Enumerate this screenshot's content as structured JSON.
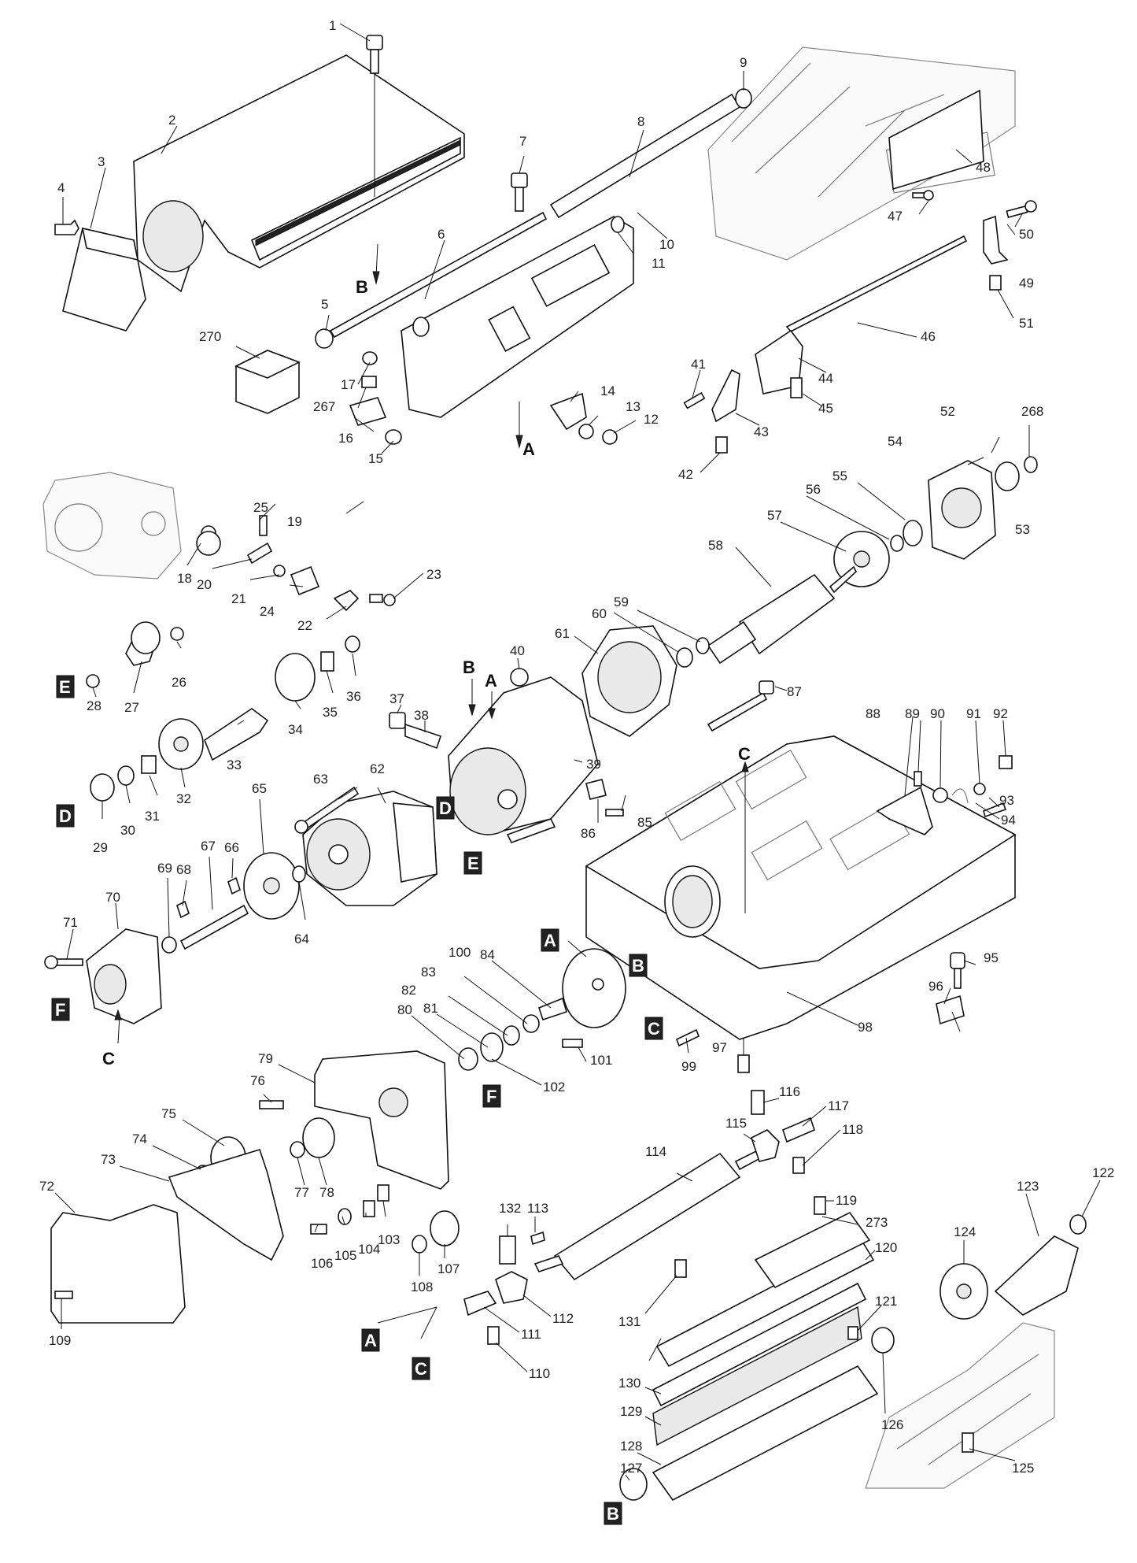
{
  "labels": [
    {
      "id": "p1",
      "text": "1"
    },
    {
      "id": "p2",
      "text": "2"
    },
    {
      "id": "p3",
      "text": "3"
    },
    {
      "id": "p4",
      "text": "4"
    },
    {
      "id": "p5",
      "text": "5"
    },
    {
      "id": "p6",
      "text": "6"
    },
    {
      "id": "p7",
      "text": "7"
    },
    {
      "id": "p8",
      "text": "8"
    },
    {
      "id": "p9",
      "text": "9"
    },
    {
      "id": "p10",
      "text": "10"
    },
    {
      "id": "p11",
      "text": "11"
    },
    {
      "id": "p12",
      "text": "12"
    },
    {
      "id": "p13",
      "text": "13"
    },
    {
      "id": "p14",
      "text": "14"
    },
    {
      "id": "p15",
      "text": "15"
    },
    {
      "id": "p16",
      "text": "16"
    },
    {
      "id": "p17",
      "text": "17"
    },
    {
      "id": "p18",
      "text": "18"
    },
    {
      "id": "p19",
      "text": "19"
    },
    {
      "id": "p20",
      "text": "20"
    },
    {
      "id": "p21",
      "text": "21"
    },
    {
      "id": "p22",
      "text": "22"
    },
    {
      "id": "p23",
      "text": "23"
    },
    {
      "id": "p24",
      "text": "24"
    },
    {
      "id": "p25",
      "text": "25"
    },
    {
      "id": "p26",
      "text": "26"
    },
    {
      "id": "p27",
      "text": "27"
    },
    {
      "id": "p28",
      "text": "28"
    },
    {
      "id": "p29",
      "text": "29"
    },
    {
      "id": "p30",
      "text": "30"
    },
    {
      "id": "p31",
      "text": "31"
    },
    {
      "id": "p32",
      "text": "32"
    },
    {
      "id": "p33",
      "text": "33"
    },
    {
      "id": "p34",
      "text": "34"
    },
    {
      "id": "p35",
      "text": "35"
    },
    {
      "id": "p36",
      "text": "36"
    },
    {
      "id": "p37",
      "text": "37"
    },
    {
      "id": "p38",
      "text": "38"
    },
    {
      "id": "p39",
      "text": "39"
    },
    {
      "id": "p40",
      "text": "40"
    },
    {
      "id": "p41",
      "text": "41"
    },
    {
      "id": "p42",
      "text": "42"
    },
    {
      "id": "p43",
      "text": "43"
    },
    {
      "id": "p44",
      "text": "44"
    },
    {
      "id": "p45",
      "text": "45"
    },
    {
      "id": "p46",
      "text": "46"
    },
    {
      "id": "p47",
      "text": "47"
    },
    {
      "id": "p48",
      "text": "48"
    },
    {
      "id": "p49",
      "text": "49"
    },
    {
      "id": "p50",
      "text": "50"
    },
    {
      "id": "p51",
      "text": "51"
    },
    {
      "id": "p52",
      "text": "52"
    },
    {
      "id": "p53",
      "text": "53"
    },
    {
      "id": "p54",
      "text": "54"
    },
    {
      "id": "p55",
      "text": "55"
    },
    {
      "id": "p56",
      "text": "56"
    },
    {
      "id": "p57",
      "text": "57"
    },
    {
      "id": "p58",
      "text": "58"
    },
    {
      "id": "p59",
      "text": "59"
    },
    {
      "id": "p60",
      "text": "60"
    },
    {
      "id": "p61",
      "text": "61"
    },
    {
      "id": "p62",
      "text": "62"
    },
    {
      "id": "p63",
      "text": "63"
    },
    {
      "id": "p64",
      "text": "64"
    },
    {
      "id": "p65",
      "text": "65"
    },
    {
      "id": "p66",
      "text": "66"
    },
    {
      "id": "p67",
      "text": "67"
    },
    {
      "id": "p68",
      "text": "68"
    },
    {
      "id": "p69",
      "text": "69"
    },
    {
      "id": "p70",
      "text": "70"
    },
    {
      "id": "p71",
      "text": "71"
    },
    {
      "id": "p72",
      "text": "72"
    },
    {
      "id": "p73",
      "text": "73"
    },
    {
      "id": "p74",
      "text": "74"
    },
    {
      "id": "p75",
      "text": "75"
    },
    {
      "id": "p76",
      "text": "76"
    },
    {
      "id": "p77",
      "text": "77"
    },
    {
      "id": "p78",
      "text": "78"
    },
    {
      "id": "p79",
      "text": "79"
    },
    {
      "id": "p80",
      "text": "80"
    },
    {
      "id": "p81",
      "text": "81"
    },
    {
      "id": "p82",
      "text": "82"
    },
    {
      "id": "p83",
      "text": "83"
    },
    {
      "id": "p84",
      "text": "84"
    },
    {
      "id": "p85",
      "text": "85"
    },
    {
      "id": "p86",
      "text": "86"
    },
    {
      "id": "p87",
      "text": "87"
    },
    {
      "id": "p88",
      "text": "88"
    },
    {
      "id": "p89",
      "text": "89"
    },
    {
      "id": "p90",
      "text": "90"
    },
    {
      "id": "p91",
      "text": "91"
    },
    {
      "id": "p92",
      "text": "92"
    },
    {
      "id": "p93",
      "text": "93"
    },
    {
      "id": "p94",
      "text": "94"
    },
    {
      "id": "p95",
      "text": "95"
    },
    {
      "id": "p96",
      "text": "96"
    },
    {
      "id": "p97",
      "text": "97"
    },
    {
      "id": "p98",
      "text": "98"
    },
    {
      "id": "p99",
      "text": "99"
    },
    {
      "id": "p100",
      "text": "100"
    },
    {
      "id": "p101",
      "text": "101"
    },
    {
      "id": "p102",
      "text": "102"
    },
    {
      "id": "p103",
      "text": "103"
    },
    {
      "id": "p104",
      "text": "104"
    },
    {
      "id": "p105",
      "text": "105"
    },
    {
      "id": "p106",
      "text": "106"
    },
    {
      "id": "p107",
      "text": "107"
    },
    {
      "id": "p108",
      "text": "108"
    },
    {
      "id": "p109",
      "text": "109"
    },
    {
      "id": "p110",
      "text": "110"
    },
    {
      "id": "p111",
      "text": "111"
    },
    {
      "id": "p112",
      "text": "112"
    },
    {
      "id": "p113",
      "text": "113"
    },
    {
      "id": "p114",
      "text": "114"
    },
    {
      "id": "p115",
      "text": "115"
    },
    {
      "id": "p116",
      "text": "116"
    },
    {
      "id": "p117",
      "text": "117"
    },
    {
      "id": "p118",
      "text": "118"
    },
    {
      "id": "p119",
      "text": "119"
    },
    {
      "id": "p120",
      "text": "120"
    },
    {
      "id": "p121",
      "text": "121"
    },
    {
      "id": "p122",
      "text": "122"
    },
    {
      "id": "p123",
      "text": "123"
    },
    {
      "id": "p124",
      "text": "124"
    },
    {
      "id": "p125",
      "text": "125"
    },
    {
      "id": "p126",
      "text": "126"
    },
    {
      "id": "p127",
      "text": "127"
    },
    {
      "id": "p128",
      "text": "128"
    },
    {
      "id": "p129",
      "text": "129"
    },
    {
      "id": "p130",
      "text": "130"
    },
    {
      "id": "p131",
      "text": "131"
    },
    {
      "id": "p132",
      "text": "132"
    },
    {
      "id": "p267",
      "text": "267"
    },
    {
      "id": "p268",
      "text": "268"
    },
    {
      "id": "p270",
      "text": "270"
    },
    {
      "id": "p273",
      "text": "273"
    }
  ],
  "refs": {
    "A": "A",
    "B": "B",
    "C": "C",
    "D": "D",
    "E": "E",
    "F": "F"
  },
  "colors": {
    "line": "#111111",
    "box": "#111111",
    "ghost": "#888888"
  }
}
